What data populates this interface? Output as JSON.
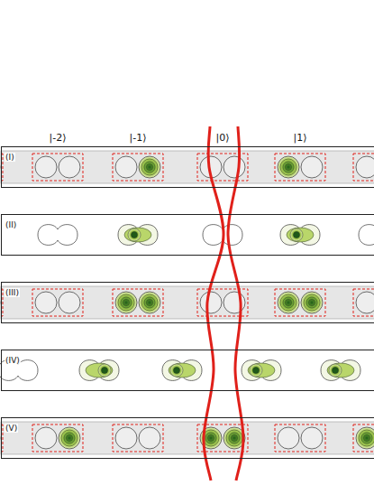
{
  "diagram": {
    "nodes": [
      {
        "text": [
          "(I)"
        ]
      },
      {
        "text": [
          "(II)"
        ]
      },
      {
        "text": [
          "(III)"
        ]
      },
      {
        "text": [
          "(IV)"
        ]
      },
      {
        "text": [
          "(V)"
        ]
      }
    ],
    "labels": [
      "|-2⟩",
      "|-1⟩",
      "|0⟩",
      "|1⟩"
    ]
  }
}
